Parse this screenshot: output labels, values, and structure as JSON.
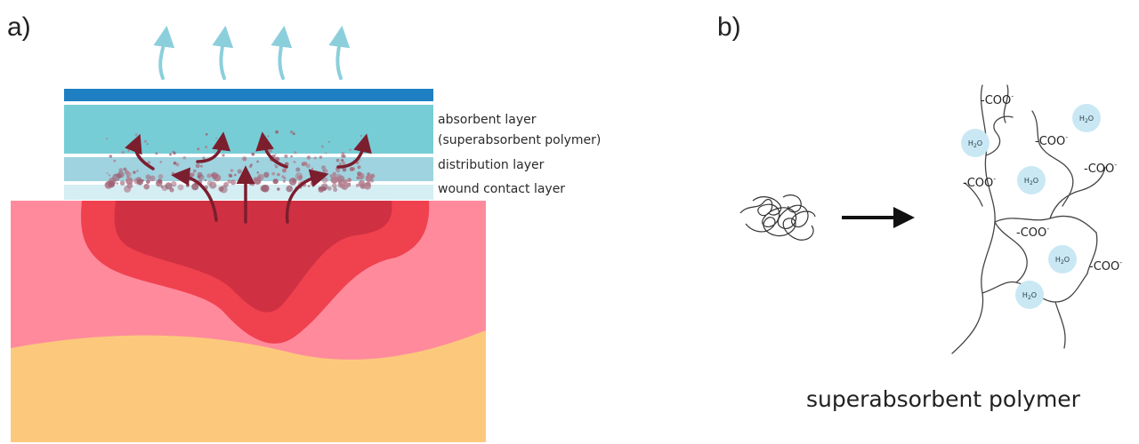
{
  "panels": {
    "a": {
      "label": "a)",
      "layers": [
        {
          "label": "absorbent layer"
        },
        {
          "label": "(superabsorbent polymer)"
        },
        {
          "label": "distribution layer"
        },
        {
          "label": "wound contact layer"
        }
      ]
    },
    "b": {
      "label": "b)",
      "caption": "superabsorbent polymer",
      "carboxylate_label": "-COO",
      "carboxylate_charge": "-",
      "water_label": "H",
      "water_sub": "2",
      "water_o": "O"
    }
  },
  "colors": {
    "top_film": "#1e7fc2",
    "absorbent_layer": "#76cdd6",
    "distribution_layer": "#9fd3df",
    "wound_contact_layer": "#d4eef3",
    "skin": "#fe8a9c",
    "fat": "#fcc97c",
    "wound_outer": "#f0414f",
    "wound_inner": "#cf3142",
    "exudate_arrows": "#7b1e2e",
    "vapor_arrows": "#8ccfdc",
    "water_circle": "#c9e8f4"
  }
}
